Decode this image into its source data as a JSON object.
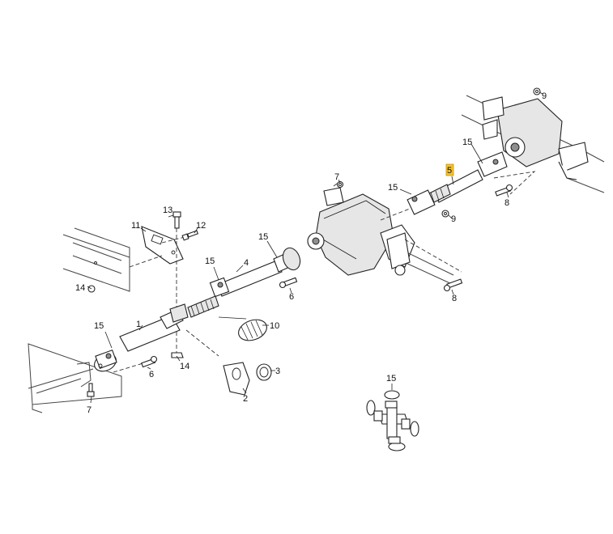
{
  "colors": {
    "highlight": "#f2c230",
    "line": "#222222",
    "background": "#ffffff"
  },
  "callouts": {
    "p1": "1",
    "p2": "2",
    "p3": "3",
    "p4": "4",
    "p5": "5",
    "p6a": "6",
    "p6b": "6",
    "p7a": "7",
    "p7b": "7",
    "p8a": "8",
    "p8b": "8",
    "p9a": "9",
    "p9b": "9",
    "p10": "10",
    "p11": "11",
    "p12": "12",
    "p13": "13",
    "p14a": "14",
    "p14b": "14",
    "p15a": "15",
    "p15b": "15",
    "p15c": "15",
    "p15d": "15",
    "p15e": "15",
    "p15f": "15"
  }
}
